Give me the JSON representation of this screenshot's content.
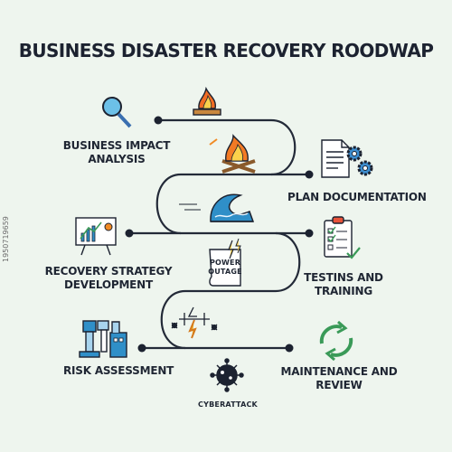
{
  "title": "BUSINESS DISASTER RECOVERY ROODWAP",
  "steps": {
    "bia": {
      "line1": "BUSINESS IMPACT",
      "line2": "ANALYSIS"
    },
    "plan": {
      "line1": "PLAN DOCUMENTATION"
    },
    "strategy": {
      "line1": "RECOVERY STRATEGY",
      "line2": "DEVELOPMENT"
    },
    "testing": {
      "line1": "TESTINS AND",
      "line2": "TRAINING"
    },
    "risk": {
      "line1": "RISK ASSESSMENT"
    },
    "maintenance": {
      "line1": "MAINTENANCE AND",
      "line2": "REVIEW"
    }
  },
  "hazards": {
    "power": {
      "line1": "POWER",
      "line2": "OUTAGE"
    },
    "cyber": {
      "line1": "CYBERATTACK"
    }
  },
  "watermark": "1950719659",
  "colors": {
    "background": "#eef5ee",
    "outline": "#1c2230",
    "path": "#232a38",
    "accent_blue": "#2f8fc8",
    "accent_orange": "#f08a24",
    "accent_green": "#3a9a58"
  },
  "icons": [
    "magnifier-icon",
    "campfire-icon",
    "fire-icon",
    "document-gears-icon",
    "wave-icon",
    "chart-board-icon",
    "power-outage-note-icon",
    "clipboard-checklist-icon",
    "lightning-icon",
    "factory-icon",
    "cycle-arrows-icon",
    "virus-icon"
  ]
}
